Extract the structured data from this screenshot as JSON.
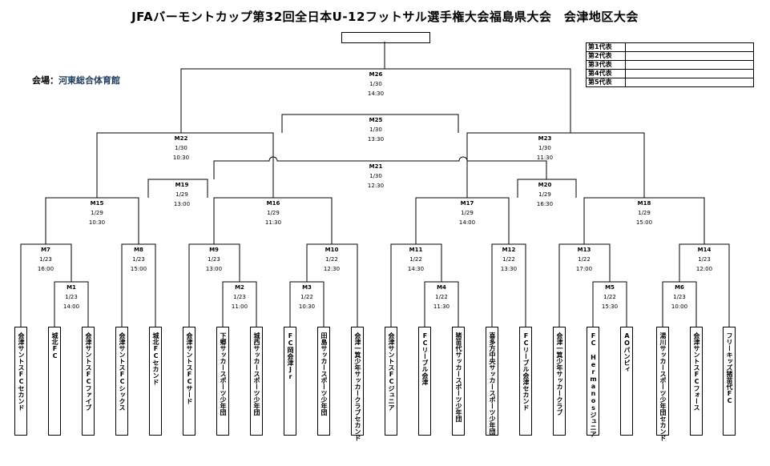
{
  "title": "JFAバーモントカップ第32回全日本U-12フットサル選手権大会福島県大会　会津地区大会",
  "venue": {
    "label": "会場：",
    "name": "河東総合体育館"
  },
  "representatives": [
    "第1代表",
    "第2代表",
    "第3代表",
    "第4代表",
    "第5代表"
  ],
  "teams": [
    "会津サントスFCセカンド",
    "城北FC",
    "会津サントスFCファイブ",
    "会津サントスFCシックス",
    "城北FCセカンド",
    "会津サントスFCサード",
    "下郷サッカースポーツ少年団",
    "城西サッカースポーツ少年団",
    "FC岡会津Jr",
    "田島サッカースポーツ少年団",
    "会津一箕少年サッカークラブセカンド",
    "会津サントスFCジュニア",
    "FCリーブル会津",
    "猪苗代サッカースポーツ少年団",
    "喜多方中央サッカースポーツ少年団",
    "FCリーブル会津セカンド",
    "会津一箕少年サッカークラブ",
    "FC Hermanosジュニア",
    "AOパンビィ",
    "湯川サッカースポーツ少年団セカンド",
    "会津サントスFCフォース",
    "フリーキッズ猪苗代FC"
  ],
  "matches": {
    "M1": {
      "id": "M1",
      "date": "1/23",
      "time": "14:00"
    },
    "M2": {
      "id": "M2",
      "date": "1/23",
      "time": "11:00"
    },
    "M3": {
      "id": "M3",
      "date": "1/22",
      "time": "10:30"
    },
    "M4": {
      "id": "M4",
      "date": "1/22",
      "time": "11:30"
    },
    "M5": {
      "id": "M5",
      "date": "1/22",
      "time": "15:30"
    },
    "M6": {
      "id": "M6",
      "date": "1/23",
      "time": "10:00"
    },
    "M7": {
      "id": "M7",
      "date": "1/23",
      "time": "16:00"
    },
    "M8": {
      "id": "M8",
      "date": "1/23",
      "time": "15:00"
    },
    "M9": {
      "id": "M9",
      "date": "1/23",
      "time": "13:00"
    },
    "M10": {
      "id": "M10",
      "date": "1/22",
      "time": "12:30"
    },
    "M11": {
      "id": "M11",
      "date": "1/22",
      "time": "14:30"
    },
    "M12": {
      "id": "M12",
      "date": "1/22",
      "time": "13:30"
    },
    "M13": {
      "id": "M13",
      "date": "1/22",
      "time": "17:00"
    },
    "M14": {
      "id": "M14",
      "date": "1/23",
      "time": "12:00"
    },
    "M15": {
      "id": "M15",
      "date": "1/29",
      "time": "10:30"
    },
    "M16": {
      "id": "M16",
      "date": "1/29",
      "time": "11:30"
    },
    "M17": {
      "id": "M17",
      "date": "1/29",
      "time": "14:00"
    },
    "M18": {
      "id": "M18",
      "date": "1/29",
      "time": "15:00"
    },
    "M19": {
      "id": "M19",
      "date": "1/29",
      "time": "13:00"
    },
    "M20": {
      "id": "M20",
      "date": "1/29",
      "time": "16:30"
    },
    "M21": {
      "id": "M21",
      "date": "1/30",
      "time": "12:30"
    },
    "M22": {
      "id": "M22",
      "date": "1/30",
      "time": "10:30"
    },
    "M23": {
      "id": "M23",
      "date": "1/30",
      "time": "11:30"
    },
    "M25": {
      "id": "M25",
      "date": "1/30",
      "time": "13:30"
    },
    "M26": {
      "id": "M26",
      "date": "1/30",
      "time": "14:30"
    }
  }
}
